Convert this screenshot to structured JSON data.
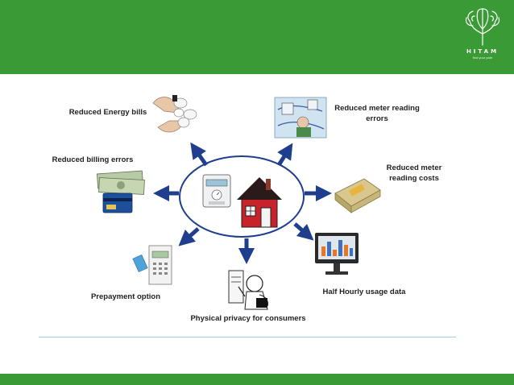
{
  "logo": {
    "name": "HITAM",
    "tagline": "find your path"
  },
  "colors": {
    "banner": "#3a9a35",
    "arrow": "#1f3f8e",
    "house_body": "#c8232a",
    "rule": "#9fcfe2"
  },
  "diagram": {
    "center": "house with smart meter",
    "benefits": [
      {
        "label": "Reduced Energy bills",
        "icon": "hands-with-bulbs-icon"
      },
      {
        "label": "Reduced meter reading errors",
        "icon": "meter-reader-icon"
      },
      {
        "label": "Reduced billing errors",
        "icon": "cash-and-card-icon"
      },
      {
        "label": "Reduced meter reading costs",
        "icon": "money-stack-icon"
      },
      {
        "label": "Prepayment option",
        "icon": "prepay-meter-icon"
      },
      {
        "label": "Physical privacy for consumers",
        "icon": "privacy-person-icon"
      },
      {
        "label": "Half Hourly usage data",
        "icon": "monitor-chart-icon"
      }
    ]
  }
}
